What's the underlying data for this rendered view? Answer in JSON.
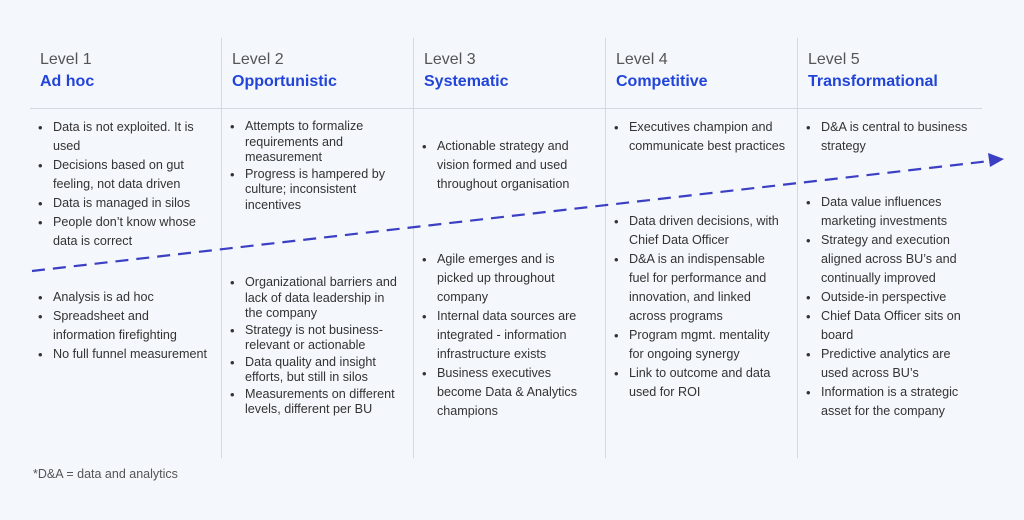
{
  "footnote": "*D&A = data and analytics",
  "levels": [
    {
      "level": "Level 1",
      "name": "Ad hoc",
      "top": [
        "Data is not exploited. It is used",
        "Decisions based on gut feeling, not data driven",
        "Data is managed in silos",
        "People don’t know whose data is correct"
      ],
      "bottom": [
        " Analysis is ad hoc",
        "Spreadsheet and information firefighting",
        "No full funnel measurement"
      ]
    },
    {
      "level": "Level 2",
      "name": "Opportunistic",
      "top": [
        "Attempts to formalize requirements and measurement",
        "Progress is hampered by culture; inconsistent incentives"
      ],
      "bottom": [
        "Organizational barriers and lack of data leadership in the company",
        "Strategy  is not business-relevant or actionable",
        "Data quality and insight efforts, but still in silos",
        "Measurements on different levels, different per BU"
      ]
    },
    {
      "level": "Level 3",
      "name": "Systematic",
      "top": [
        "Actionable strategy and vision formed and used throughout organisation"
      ],
      "bottom": [
        "Agile emerges and is picked up throughout company",
        "Internal data sources are integrated - information infrastructure exists",
        "Business executives become Data & Analytics champions"
      ]
    },
    {
      "level": "Level 4",
      "name": "Competitive",
      "top": [
        "Executives champion and communicate best practices"
      ],
      "bottom": [
        "Data driven decisions, with Chief Data Officer",
        " D&A is an indispensable fuel for performance and innovation, and linked across programs",
        "Program mgmt. mentality for ongoing synergy",
        "Link to outcome and data used for ROI"
      ]
    },
    {
      "level": "Level 5",
      "name": "Transformational",
      "top": [
        "D&A is central to business strategy"
      ],
      "bottom": [
        "Data value influences marketing investments",
        "Strategy and execution aligned across BU’s and continually improved",
        "Outside-in perspective",
        "Chief Data Officer sits on board",
        "Predictive analytics are used across BU’s",
        "Information is a strategic asset for the company"
      ]
    }
  ],
  "colors": {
    "accent": "#2244d8",
    "arrow": "#3b3fc4"
  }
}
